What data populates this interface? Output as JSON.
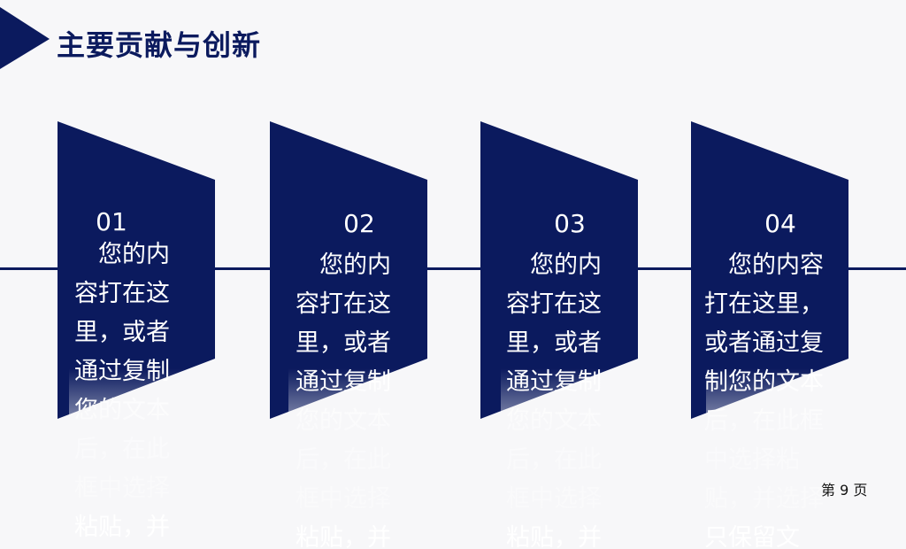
{
  "header": {
    "title": "主要贡献与创新"
  },
  "cards": [
    {
      "number": "01",
      "text": "您的内容打在这里，或者通过复制您的文本后，在此框中选择粘贴，并选择只保留文字。"
    },
    {
      "number": "02",
      "text": "您的内容打在这里，或者通过复制您的文本后，在此框中选择粘贴，并选择只保留文字。"
    },
    {
      "number": "03",
      "text": "您的内容打在这里，或者通过复制您的文本后，在此框中选择粘贴，并选择只保留文字。"
    },
    {
      "number": "04",
      "text": "您的内容打在这里，或者通过复制您的文本后，在此框中选择粘贴，并选择只保留文字。"
    }
  ],
  "footer": {
    "page_label": "第 9 页"
  },
  "colors": {
    "accent": "#0b1a5e",
    "background": "#f7f7f9"
  }
}
